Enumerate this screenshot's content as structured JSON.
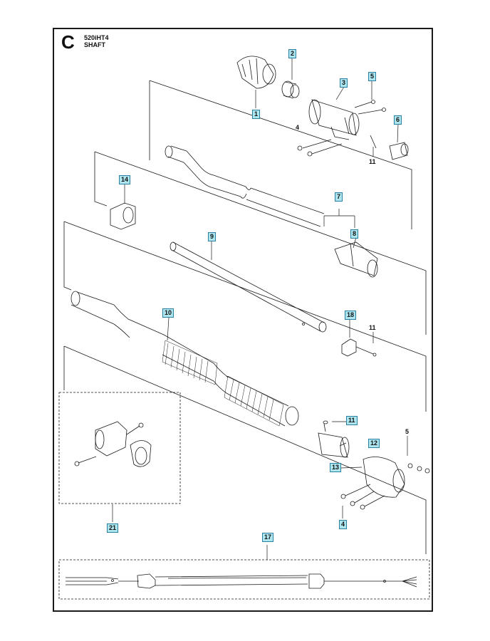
{
  "header": {
    "section_letter": "C",
    "model": "520iHT4",
    "section_name": "SHAFT"
  },
  "colors": {
    "callout_fill": "#aee6f0",
    "callout_border": "#2b7fa0",
    "line": "#1a1a1a"
  },
  "callouts": [
    {
      "id": "c1",
      "text": "1",
      "boxed": true
    },
    {
      "id": "c2",
      "text": "2",
      "boxed": true
    },
    {
      "id": "c3",
      "text": "3",
      "boxed": true
    },
    {
      "id": "c4a",
      "text": "4",
      "boxed": false
    },
    {
      "id": "c5a",
      "text": "5",
      "boxed": true
    },
    {
      "id": "c6",
      "text": "6",
      "boxed": true
    },
    {
      "id": "c11a",
      "text": "11",
      "boxed": false
    },
    {
      "id": "c14",
      "text": "14",
      "boxed": true
    },
    {
      "id": "c7",
      "text": "7",
      "boxed": true
    },
    {
      "id": "c8",
      "text": "8",
      "boxed": true
    },
    {
      "id": "c9",
      "text": "9",
      "boxed": true
    },
    {
      "id": "c10",
      "text": "10",
      "boxed": true
    },
    {
      "id": "c18",
      "text": "18",
      "boxed": true
    },
    {
      "id": "c11b",
      "text": "11",
      "boxed": false
    },
    {
      "id": "c11c",
      "text": "11",
      "boxed": true
    },
    {
      "id": "c12",
      "text": "12",
      "boxed": true
    },
    {
      "id": "c5b",
      "text": "5",
      "boxed": false
    },
    {
      "id": "c13",
      "text": "13",
      "boxed": true
    },
    {
      "id": "c4b",
      "text": "4",
      "boxed": true
    },
    {
      "id": "c21",
      "text": "21",
      "boxed": true
    },
    {
      "id": "c17",
      "text": "17",
      "boxed": true
    }
  ]
}
